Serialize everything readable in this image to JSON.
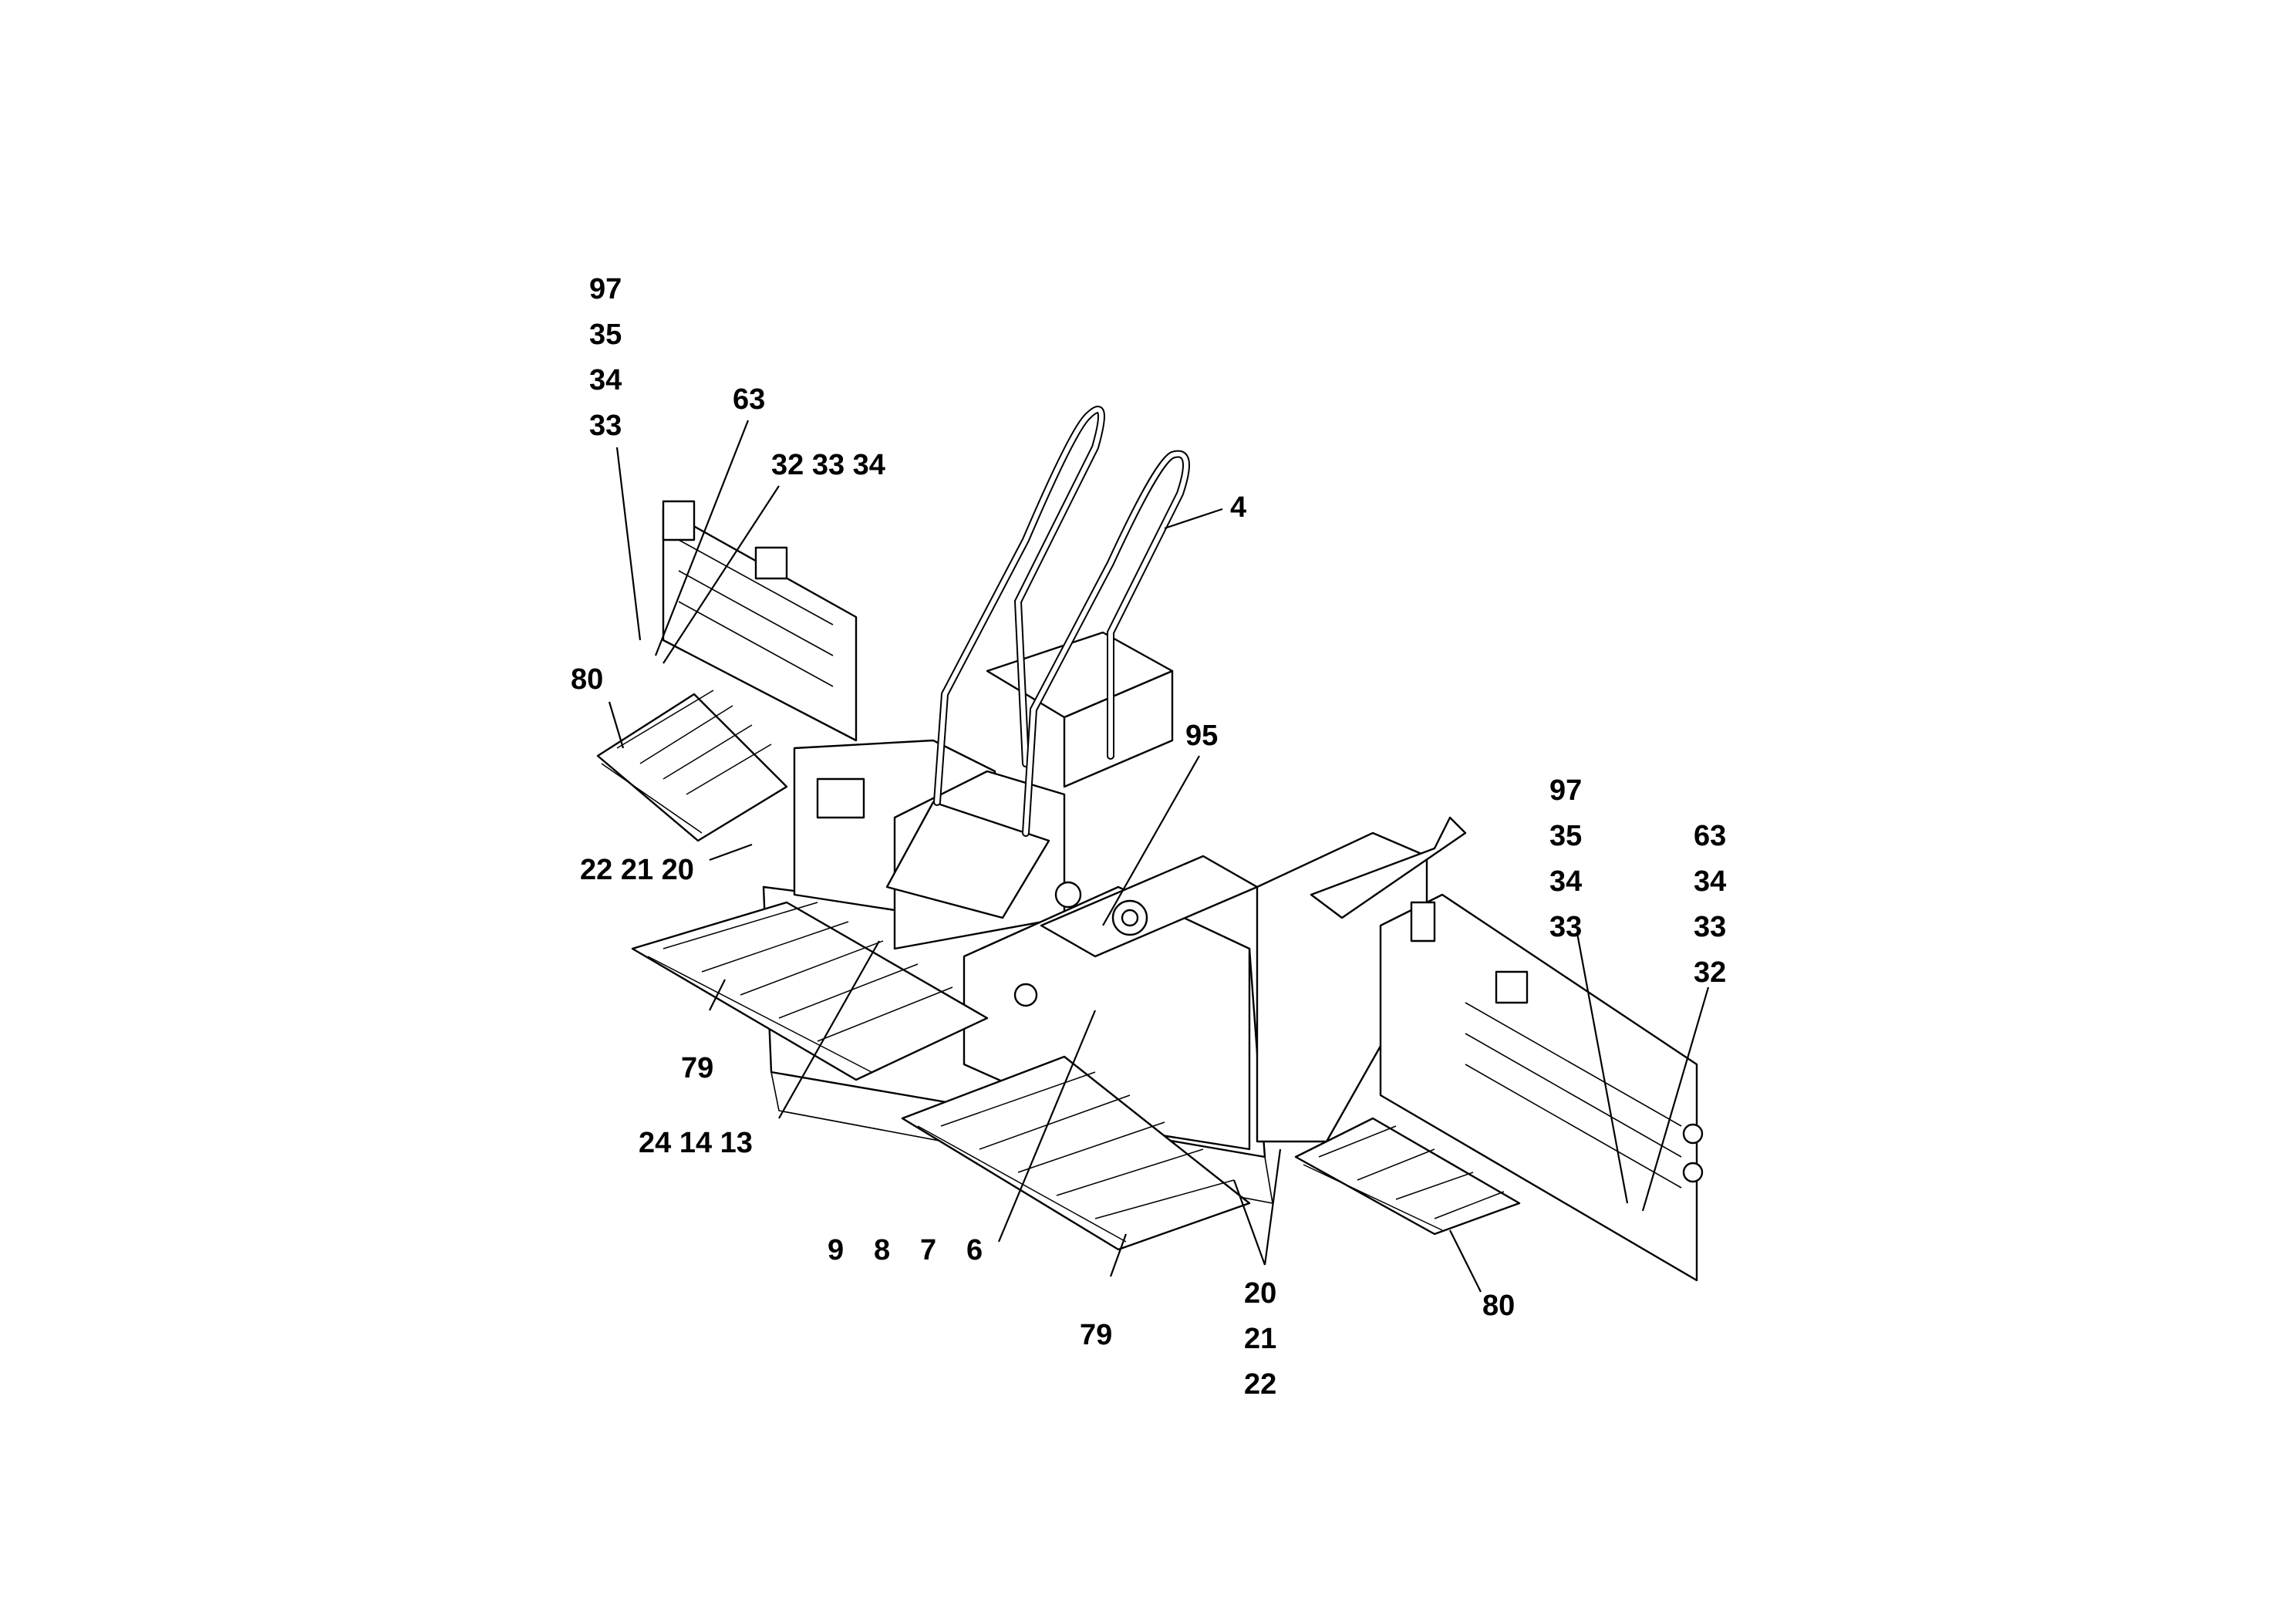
{
  "callouts": {
    "l97a": "97",
    "l35a": "35",
    "l34a": "34",
    "l33a": "33",
    "l63a": "63",
    "l32_33_34": "32 33 34",
    "l4": "4",
    "l80a": "80",
    "l95": "95",
    "l22_21_20": "22 21 20",
    "l79a": "79",
    "l24_14_13": "24 14 13",
    "l9": "9",
    "l8": "8",
    "l7": "7",
    "l6": "6",
    "l79b": "79",
    "l20b": "20",
    "l21b": "21",
    "l22b": "22",
    "l80b": "80",
    "l97b": "97",
    "l35b": "35",
    "l34b": "34",
    "l33b": "33",
    "l63b": "63",
    "l34c": "34",
    "l33c": "33",
    "l32c": "32"
  }
}
